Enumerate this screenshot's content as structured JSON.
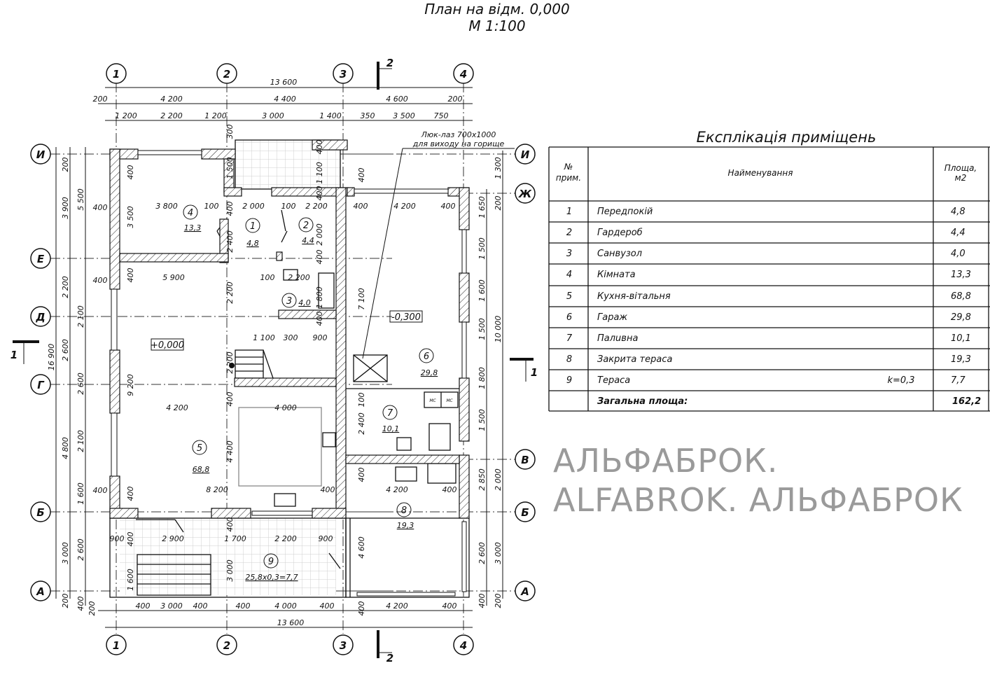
{
  "title": "План на відм. 0,000",
  "scale": "М 1:100",
  "axes": {
    "columns": [
      "1",
      "2",
      "3",
      "4"
    ],
    "rows_left": [
      "И",
      "Е",
      "Д",
      "Г",
      "Б",
      "А"
    ],
    "rows_right": [
      "И",
      "Ж",
      "В",
      "Б",
      "А"
    ]
  },
  "sections": {
    "section_1": "1",
    "section_2": "2"
  },
  "dims": {
    "top_total": "13 600",
    "top_axes": [
      "200",
      "4 200",
      "4 400",
      "4 600",
      "200"
    ],
    "top_detail": [
      "1 200",
      "2 200",
      "1 200",
      "3 000",
      "1 400",
      "350",
      "3 500",
      "750"
    ],
    "bottom_detail": [
      "200",
      "400",
      "3 000",
      "400",
      "400",
      "4 000",
      "400",
      "400",
      "4 200",
      "400"
    ],
    "bottom_total": "13 600",
    "left_total": "16 900",
    "left_axes": [
      "200",
      "3 900",
      "2 200",
      "2 600",
      "4 800",
      "3 000",
      "200"
    ],
    "left_detail": [
      "5 500",
      "2 100",
      "2 600",
      "2 100",
      "1 600",
      "2 600",
      "400"
    ],
    "left_wall": [
      "400",
      "400",
      "400"
    ],
    "right_detail": [
      "1 650",
      "1 500",
      "1 600",
      "1 500",
      "1 800",
      "1 500",
      "2 850",
      "2 600",
      "400"
    ],
    "right_axes": [
      "1 300",
      "200",
      "10 000",
      "2 000",
      "3 000",
      "200"
    ],
    "interior_h": [
      "3 800",
      "100",
      "2 000",
      "100",
      "2 200",
      "400",
      "4 200",
      "400",
      "5 900",
      "100",
      "2 200",
      "1 100",
      "300",
      "900",
      "4 200",
      "4 000",
      "8 200",
      "400",
      "4 200",
      "400",
      "900",
      "2 900",
      "1 700",
      "2 200",
      "900"
    ],
    "interior_v": [
      "400",
      "3 500",
      "400",
      "9 200",
      "400",
      "400",
      "1 600",
      "300",
      "1 500",
      "400",
      "2 400",
      "2 200",
      "2 200",
      "400",
      "4 400",
      "400",
      "3 000",
      "400",
      "1 100",
      "400",
      "2 000",
      "400",
      "1 800",
      "400",
      "400",
      "7 100",
      "100",
      "2 400",
      "400",
      "4 600"
    ]
  },
  "rooms": [
    {
      "num": "4",
      "area": "13,3"
    },
    {
      "num": "1",
      "area": "4,8"
    },
    {
      "num": "2",
      "area": "4,4"
    },
    {
      "num": "3",
      "area": "4,0"
    },
    {
      "num": "5",
      "area": "68,8"
    },
    {
      "num": "6",
      "area": "29,8"
    },
    {
      "num": "7",
      "area": "10,1"
    },
    {
      "num": "8",
      "area": "19,3"
    },
    {
      "num": "9",
      "area": "25,8х0,3=7,7"
    }
  ],
  "elevations": [
    "+0,000",
    "-0,300"
  ],
  "hatch_note": [
    "Люк-лаз 700х1000",
    "для виходу на горище"
  ],
  "boiler_labels": [
    "МС",
    "МС"
  ],
  "watermark": "АЛЬФАБРОК. ALFABROK. АЛЬФАБРОК",
  "table": {
    "title": "Експлікація приміщень",
    "headers": {
      "num_line1": "№",
      "num_line2": "прим.",
      "name": "Найменування",
      "area_line1": "Площа,",
      "area_line2": "м2"
    },
    "rows": [
      {
        "num": "1",
        "name": "Передпокій",
        "note": "",
        "area": "4,8"
      },
      {
        "num": "2",
        "name": "Гардероб",
        "note": "",
        "area": "4,4"
      },
      {
        "num": "3",
        "name": "Санвузол",
        "note": "",
        "area": "4,0"
      },
      {
        "num": "4",
        "name": "Кімната",
        "note": "",
        "area": "13,3"
      },
      {
        "num": "5",
        "name": "Кухня-вітальня",
        "note": "",
        "area": "68,8"
      },
      {
        "num": "6",
        "name": "Гараж",
        "note": "",
        "area": "29,8"
      },
      {
        "num": "7",
        "name": "Палuвна",
        "note": "",
        "area": "10,1"
      },
      {
        "num": "8",
        "name": "Закрита тераса",
        "note": "",
        "area": "19,3"
      },
      {
        "num": "9",
        "name": "Тераса",
        "note": "k=0,3",
        "area": "7,7"
      }
    ],
    "total_label": "Загальна площа:",
    "total_area": "162,2"
  }
}
